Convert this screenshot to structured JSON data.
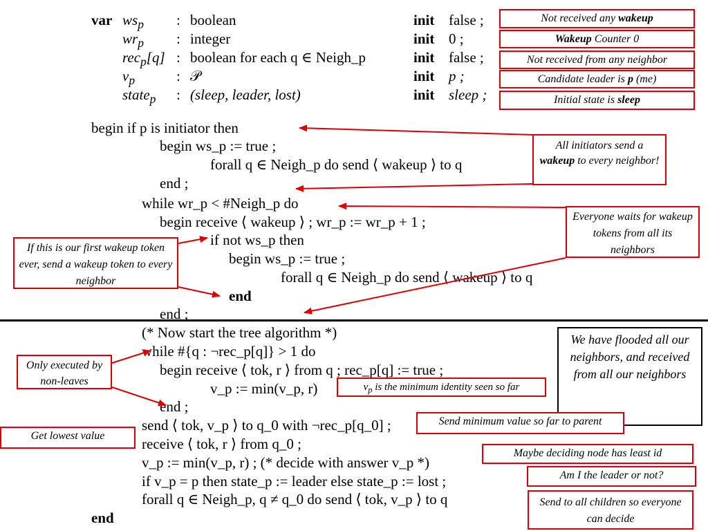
{
  "declarations": [
    {
      "kw": "var",
      "var": "ws",
      "sub": "p",
      "sep": ":",
      "type": "boolean",
      "init": "init",
      "init_val": "false ;"
    },
    {
      "kw": "",
      "var": "wr",
      "sub": "p",
      "sep": ":",
      "type": "integer",
      "init": "init",
      "init_val": "0 ;"
    },
    {
      "kw": "",
      "var": "rec",
      "sub": "p",
      "extra": "[q]",
      "sep": ":",
      "type": "boolean for each q ∈ Neigh_p",
      "init": "init",
      "init_val": "false ;"
    },
    {
      "kw": "",
      "var": "v",
      "sub": "p",
      "sep": ":",
      "type": "𝒫",
      "init": "init",
      "init_val": "p ;"
    },
    {
      "kw": "",
      "var": "state",
      "sub": "p",
      "sep": ":",
      "type": "(sleep, leader, lost)",
      "init": "init",
      "init_val": "sleep ;"
    }
  ],
  "code": {
    "l1": "begin if p is initiator then",
    "l2": "begin ws_p := true ;",
    "l3": "forall q ∈ Neigh_p do send ⟨ wakeup ⟩ to q",
    "l4": "end ;",
    "l5": "while wr_p < #Neigh_p do",
    "l6": "begin receive ⟨ wakeup ⟩ ; wr_p := wr_p + 1 ;",
    "l7": "if not ws_p then",
    "l8": "begin ws_p := true ;",
    "l9": "forall q ∈ Neigh_p do send ⟨ wakeup ⟩ to q",
    "l10": "end",
    "l11": "end ;",
    "l12": "(* Now start the tree algorithm *)",
    "l13": "while #{q : ¬rec_p[q]} > 1 do",
    "l14": "begin receive ⟨ tok, r ⟩ from q ; rec_p[q] := true ;",
    "l15": "v_p := min(v_p, r)",
    "l16": "end ;",
    "l17": "send ⟨ tok, v_p ⟩ to q_0 with ¬rec_p[q_0] ;",
    "l18": "receive ⟨ tok, r ⟩ from q_0 ;",
    "l19": "v_p := min(v_p, r) ; (* decide with answer v_p *)",
    "l20": "if v_p = p then state_p := leader else state_p := lost ;",
    "l21": "forall q ∈ Neigh_p, q ≠ q_0 do send ⟨ tok, v_p ⟩ to q",
    "l22": "end"
  },
  "notes": {
    "n1_a": "Not received any ",
    "n1_b": "wakeup",
    "n2_a": "Wakeup",
    "n2_b": " Counter 0",
    "n3": "Not received from any neighbor",
    "n4_a": "Candidate leader is ",
    "n4_b": "p",
    "n4_c": " (me)",
    "n5_a": "Initial state is ",
    "n5_b": "sleep",
    "n6_a": "All initiators send a ",
    "n6_b": "wakeup",
    "n6_c": " to every neighbor!",
    "n7": "Everyone waits for wakeup tokens from all its neighbors",
    "n8": "If this is our first wakeup token ever, send a wakeup token to every neighbor",
    "n9": "We have flooded all our neighbors, and received from all our neighbors",
    "n10": "Only executed by non-leaves",
    "n11_a": "v",
    "n11_sub": "p",
    "n11_b": " is the minimum identity seen so far",
    "n12": "Send minimum value so far to parent",
    "n13": "Get lowest value",
    "n14": "Maybe deciding node has least id",
    "n15": "Am I the leader or not?",
    "n16": "Send to all children so everyone can decide"
  },
  "colors": {
    "annotation_border": "#dd0000",
    "arrow": "#dd0000",
    "text": "#000000"
  }
}
